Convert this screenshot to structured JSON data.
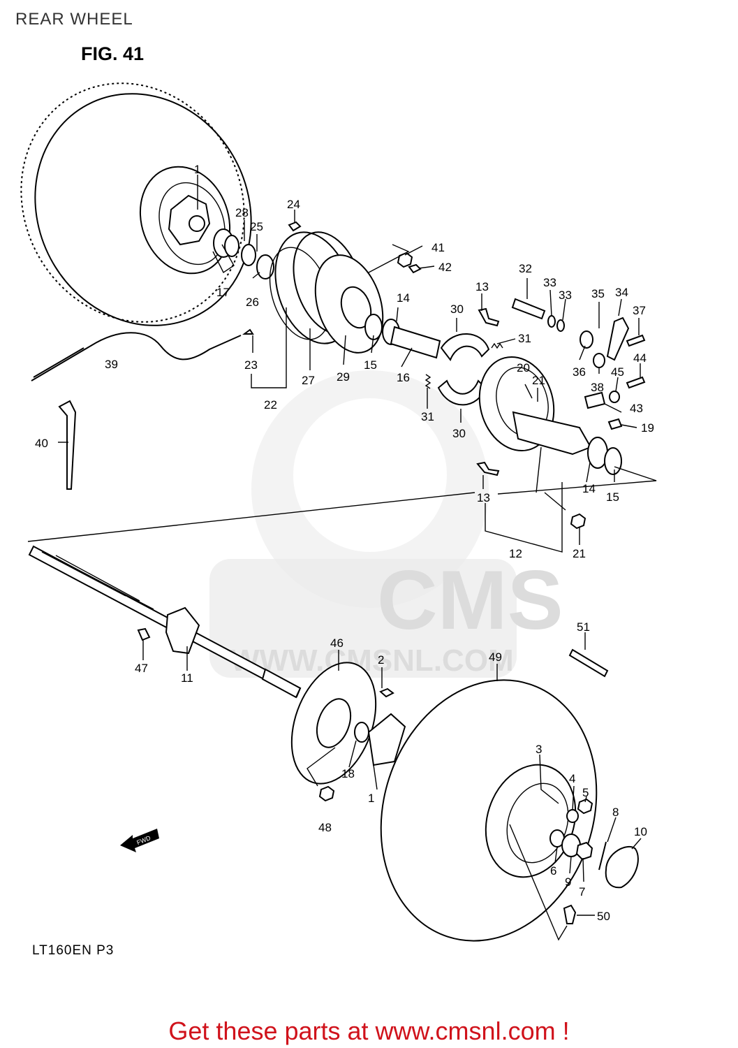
{
  "header": {
    "title": "REAR WHEEL",
    "figure": "FIG. 41"
  },
  "model_code": "LT160EN P3",
  "watermark": {
    "brand": "CMS",
    "url": "WWW.CMSNL.COM"
  },
  "fwd_label": "FWD",
  "footer": {
    "text": "Get these parts at www.cmsnl.com !",
    "color": "#d0121b"
  },
  "part_labels": [
    "1",
    "24",
    "28",
    "25",
    "17",
    "26",
    "41",
    "42",
    "39",
    "23",
    "22",
    "27",
    "29",
    "15",
    "16",
    "14",
    "30",
    "31",
    "32",
    "33",
    "33",
    "35",
    "34",
    "37",
    "13",
    "20",
    "21",
    "36",
    "38",
    "45",
    "44",
    "43",
    "19",
    "40",
    "31",
    "30",
    "13",
    "14",
    "15",
    "12",
    "21",
    "51",
    "46",
    "2",
    "49",
    "47",
    "11",
    "18",
    "48",
    "1",
    "3",
    "4",
    "5",
    "8",
    "10",
    "6",
    "9",
    "7",
    "50"
  ]
}
